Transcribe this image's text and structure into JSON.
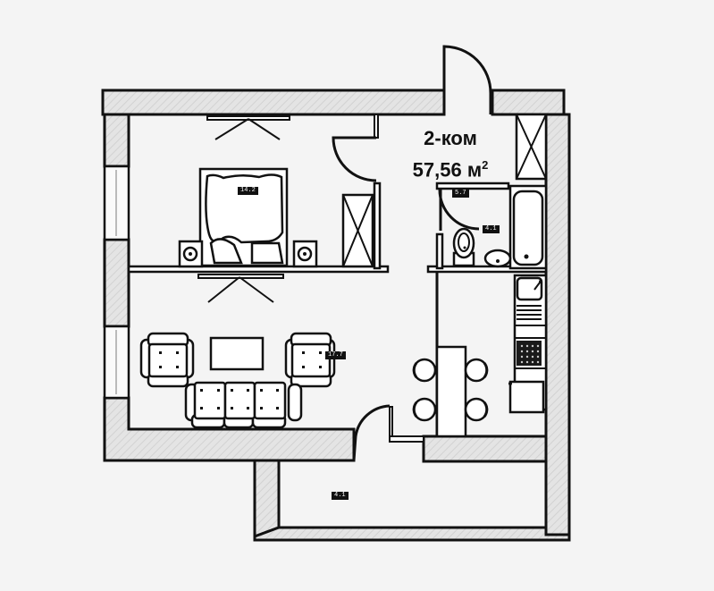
{
  "plan": {
    "title": "2-ком",
    "area_value": "57,56 м",
    "area_superscript": "2"
  },
  "room_tags": {
    "bedroom": "14.2",
    "hallway": "5.7",
    "bathroom": "4.1",
    "living_room": "17.7",
    "balcony": "4.1"
  },
  "colors": {
    "line": "#111111",
    "wall_fill": "#e6e6e6",
    "background": "#f4f4f4"
  }
}
